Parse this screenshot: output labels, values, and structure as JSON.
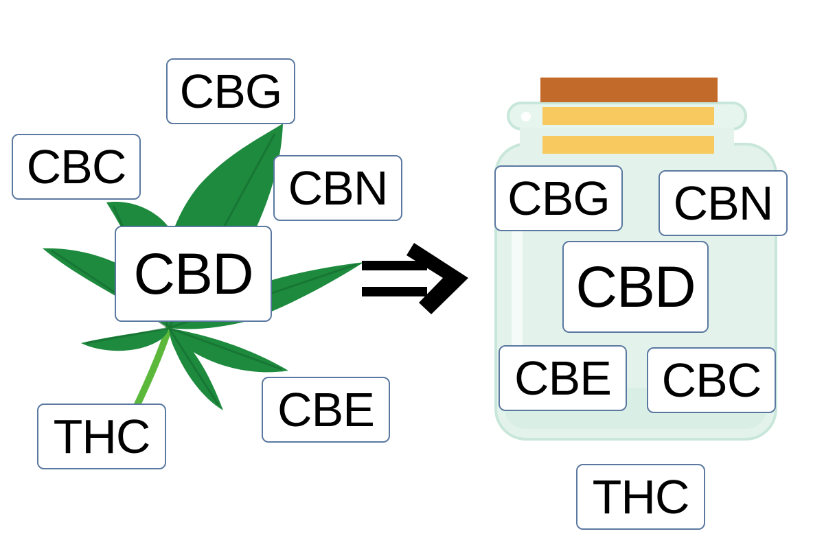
{
  "left_group": {
    "cbg": "CBG",
    "cbc": "CBC",
    "cbn": "CBN",
    "cbd": "CBD",
    "cbe": "CBE",
    "thc": "THC"
  },
  "right_group": {
    "cbg": "CBG",
    "cbn": "CBN",
    "cbd": "CBD",
    "cbe": "CBE",
    "cbc": "CBC",
    "thc": "THC"
  },
  "colors": {
    "leaf": "#1d8a3e",
    "leaf_vein": "#15692f",
    "stem": "#5cb83a",
    "jar_glass": "#e3f3ec",
    "jar_outline": "#c8e6da",
    "cork": "#c26a2a",
    "oil": "#f7c95e",
    "label_border": "#5a78a0",
    "arrow": "#000000"
  },
  "icons": [
    "cannabis-leaf-icon",
    "glass-jar-icon",
    "double-arrow-icon"
  ]
}
